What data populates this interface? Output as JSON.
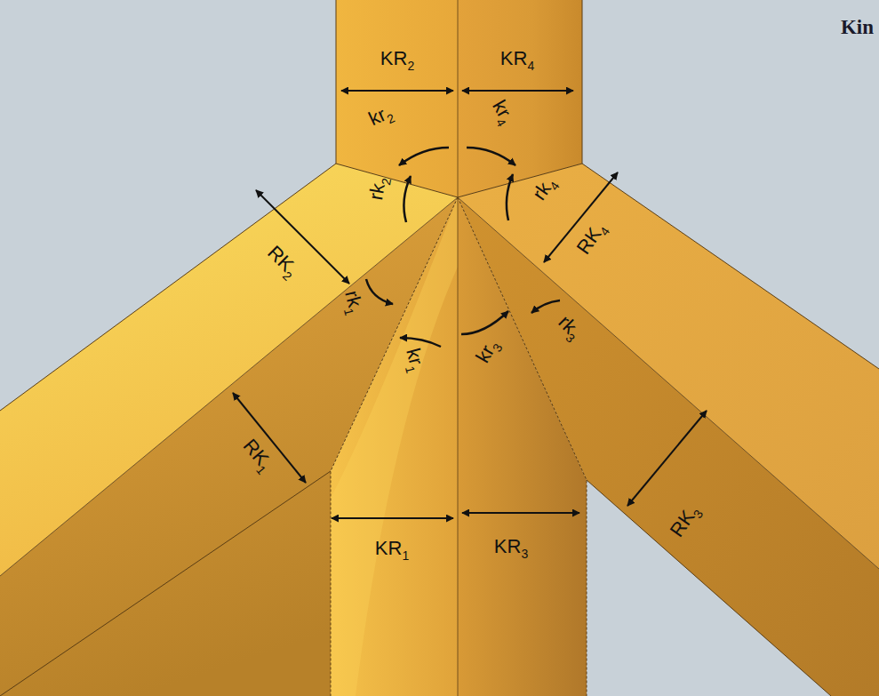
{
  "diagram": {
    "title": "Kin",
    "labels": [
      "KR2",
      "KR4",
      "kr2",
      "kr4",
      "rk2",
      "rk4",
      "RK2",
      "RK4",
      "rk1",
      "kr1",
      "kr3",
      "rk3",
      "RK1",
      "RK3",
      "KR1",
      "KR3"
    ]
  }
}
